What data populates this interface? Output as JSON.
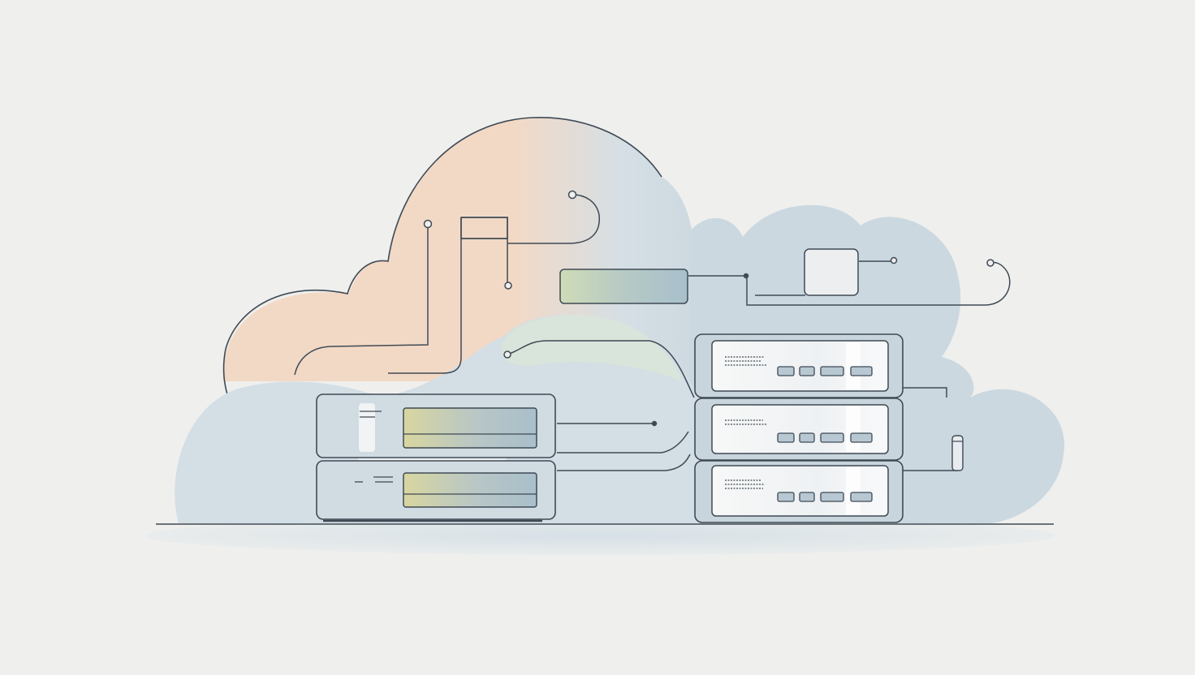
{
  "illustration": {
    "subject": "cloud-server-network",
    "colors": {
      "background": "#efefed",
      "peach_cloud": "#f2d9c6",
      "blue_cloud": "#cbd8e0",
      "blue_cloud_light": "#d7e1e7",
      "green_tint": "#d9e5d9",
      "ground_shadow": "#d7e0e6",
      "stroke": "#3f4a55",
      "server_body": "#cdd8df",
      "server_panel": "#f4f5f6",
      "drive_yellow": "#d8d6a0",
      "drive_blue": "#a9bfca",
      "port": "#b7c8d2"
    },
    "icons": [
      "peach-cloud-icon",
      "blue-cloud-icon",
      "server-rack-icon",
      "network-switch-icon",
      "cable-icon",
      "connector-node-icon"
    ],
    "counts": {
      "right_stack_units": 3,
      "left_stack_units": 2
    }
  }
}
